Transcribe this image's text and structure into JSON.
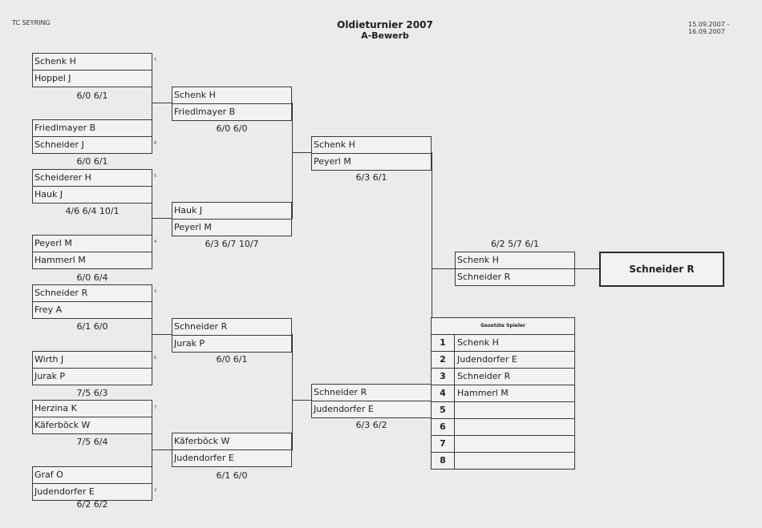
{
  "header": {
    "club": "TC SEYRING",
    "title": "Oldieturnier 2007",
    "subtitle": "A-Bewerb",
    "dates": "15.09.2007 - 16.09.2007"
  },
  "round1": [
    {
      "p1": "Schenk H",
      "p2": "Hoppel J",
      "seed1": "1",
      "seed2": "",
      "score": "6/0 6/1"
    },
    {
      "p1": "Friedlmayer B",
      "p2": "Schneider J",
      "seed1": "",
      "seed2": "8",
      "score": "6/0 6/1"
    },
    {
      "p1": "Scheiderer H",
      "p2": "Hauk J",
      "seed1": "5",
      "seed2": "",
      "score": "4/6 6/4 10/1"
    },
    {
      "p1": "Peyerl M",
      "p2": "Hammerl M",
      "seed1": "4",
      "seed2": "",
      "score": "6/0 6/4"
    },
    {
      "p1": "Schneider R",
      "p2": "Frey A",
      "seed1": "3",
      "seed2": "",
      "score": "6/1 6/0"
    },
    {
      "p1": "Wirth J",
      "p2": "Jurak P",
      "seed1": "6",
      "seed2": "",
      "score": "7/5 6/3"
    },
    {
      "p1": "Herzina K",
      "p2": "Käferböck W",
      "seed1": "7",
      "seed2": "",
      "score": "7/5 6/4"
    },
    {
      "p1": "Graf O",
      "p2": "Judendorfer E",
      "seed1": "",
      "seed2": "2",
      "score": "6/2 6/2"
    }
  ],
  "round2": [
    {
      "p1": "Schenk H",
      "p2": "Friedlmayer B",
      "score": "6/0 6/0"
    },
    {
      "p1": "Hauk J",
      "p2": "Peyerl M",
      "score": "6/3 6/7 10/7"
    },
    {
      "p1": "Schneider R",
      "p2": "Jurak P",
      "score": "6/0 6/1"
    },
    {
      "p1": "Käferböck W",
      "p2": "Judendorfer E",
      "score": "6/1 6/0"
    }
  ],
  "semis": [
    {
      "p1": "Schenk H",
      "p2": "Peyerl M",
      "score": "6/3 6/1"
    },
    {
      "p1": "Schneider R",
      "p2": "Judendorfer E",
      "score": "6/3 6/2"
    }
  ],
  "final": {
    "p1": "Schenk H",
    "p2": "Schneider R",
    "score": "6/2 5/7 6/1"
  },
  "winner": "Schneider R",
  "seeded": {
    "title": "Gesetzte Spieler",
    "rows": [
      {
        "num": "1",
        "name": "Schenk H"
      },
      {
        "num": "2",
        "name": "Judendorfer E"
      },
      {
        "num": "3",
        "name": "Schneider R"
      },
      {
        "num": "4",
        "name": "Hammerl M"
      },
      {
        "num": "5",
        "name": ""
      },
      {
        "num": "6",
        "name": ""
      },
      {
        "num": "7",
        "name": ""
      },
      {
        "num": "8",
        "name": ""
      }
    ]
  }
}
